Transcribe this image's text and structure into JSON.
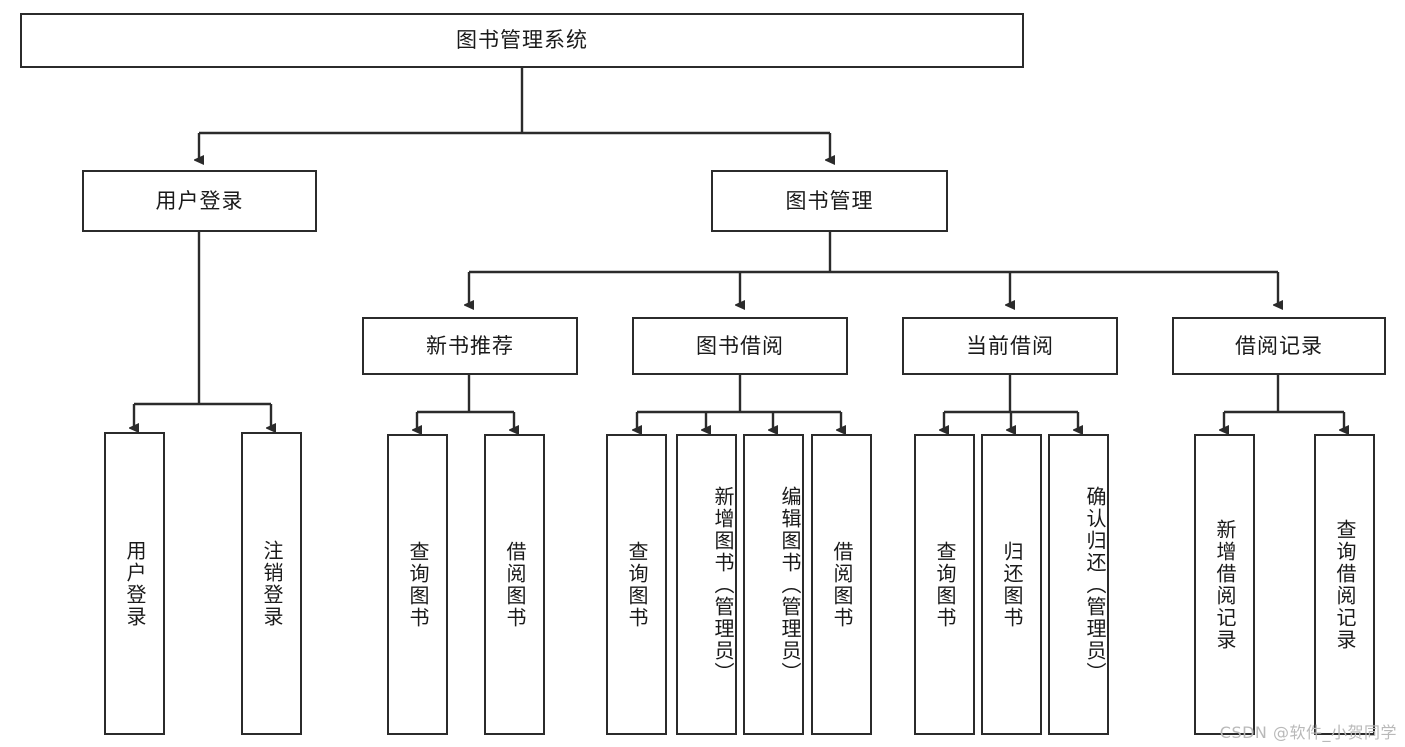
{
  "diagram": {
    "type": "tree",
    "title": "图书管理系统",
    "root": {
      "id": "root",
      "label": "图书管理系统"
    },
    "level2": [
      {
        "id": "user-login",
        "label": "用户登录"
      },
      {
        "id": "book-manage",
        "label": "图书管理"
      }
    ],
    "level3": [
      {
        "id": "new-book-rec",
        "label": "新书推荐"
      },
      {
        "id": "book-borrow",
        "label": "图书借阅"
      },
      {
        "id": "current-borrow",
        "label": "当前借阅"
      },
      {
        "id": "borrow-record",
        "label": "借阅记录"
      }
    ],
    "leaves": {
      "user-login": [
        {
          "id": "leaf-user-login",
          "label": "用户登录"
        },
        {
          "id": "leaf-user-logout",
          "label": "注销登录"
        }
      ],
      "new-book-rec": [
        {
          "id": "leaf-query-book-1",
          "label": "查询图书"
        },
        {
          "id": "leaf-borrow-book-1",
          "label": "借阅图书"
        }
      ],
      "book-borrow": [
        {
          "id": "leaf-query-book-2",
          "label": "查询图书"
        },
        {
          "id": "leaf-add-book",
          "label": "新增图书（管理员）"
        },
        {
          "id": "leaf-edit-book",
          "label": "编辑图书（管理员）"
        },
        {
          "id": "leaf-borrow-book-2",
          "label": "借阅图书"
        }
      ],
      "current-borrow": [
        {
          "id": "leaf-query-book-3",
          "label": "查询图书"
        },
        {
          "id": "leaf-return-book",
          "label": "归还图书"
        },
        {
          "id": "leaf-confirm-return",
          "label": "确认归还（管理员）"
        }
      ],
      "borrow-record": [
        {
          "id": "leaf-add-record",
          "label": "新增借阅记录"
        },
        {
          "id": "leaf-query-record",
          "label": "查询借阅记录"
        }
      ]
    }
  },
  "watermark": {
    "text": "CSDN @软件_小贺同学"
  },
  "colors": {
    "stroke": "#2b2b2b",
    "background": "#ffffff",
    "text": "#1a1a1a",
    "watermark": "#b9b9b9"
  }
}
